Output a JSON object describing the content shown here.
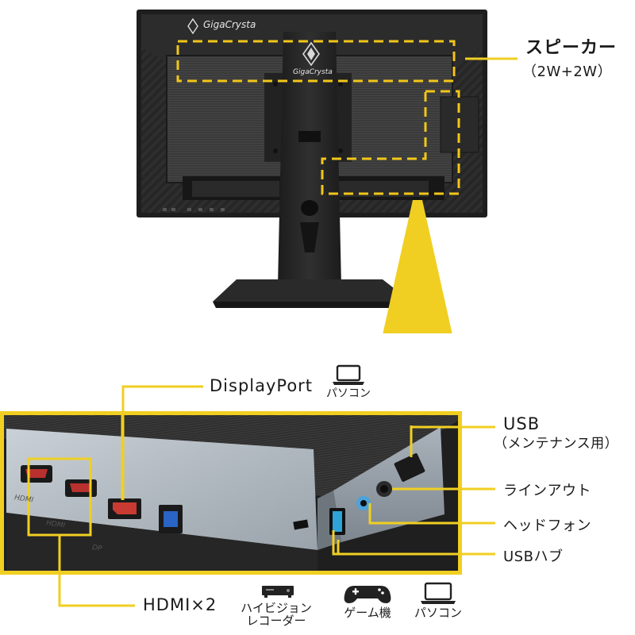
{
  "monitor": {
    "brand_top": "GigaCrysta",
    "brand_stand": "GigaCrysta"
  },
  "callouts": {
    "speaker": {
      "title": "スピーカー",
      "spec": "（2W+2W）"
    },
    "displayport": {
      "label": "DisplayPort",
      "device": "パソコン"
    },
    "usb_maint": {
      "line1": "USB",
      "line2": "（メンテナンス用）"
    },
    "line_out": "ラインアウト",
    "headphone": "ヘッドフォン",
    "usb_hub": "USBハブ",
    "hdmi": "HDMI×2"
  },
  "devices": [
    {
      "name": "recorder",
      "icon": "recorder-icon",
      "label_line1": "ハイビジョン",
      "label_line2": "レコーダー"
    },
    {
      "name": "game",
      "icon": "gamepad-icon",
      "label_line1": "ゲーム機",
      "label_line2": ""
    },
    {
      "name": "pc",
      "icon": "laptop-icon",
      "label_line1": "パソコン",
      "label_line2": ""
    }
  ],
  "port_panel": {
    "hdmi_marks": [
      "HDMI",
      "HDMI"
    ],
    "dp_mark": "DP"
  },
  "colors": {
    "highlight": "#f0cf22",
    "dash": "#f2c618",
    "monitor_body": "#2b2b2b",
    "panel_metal": "#b8c0c8"
  }
}
